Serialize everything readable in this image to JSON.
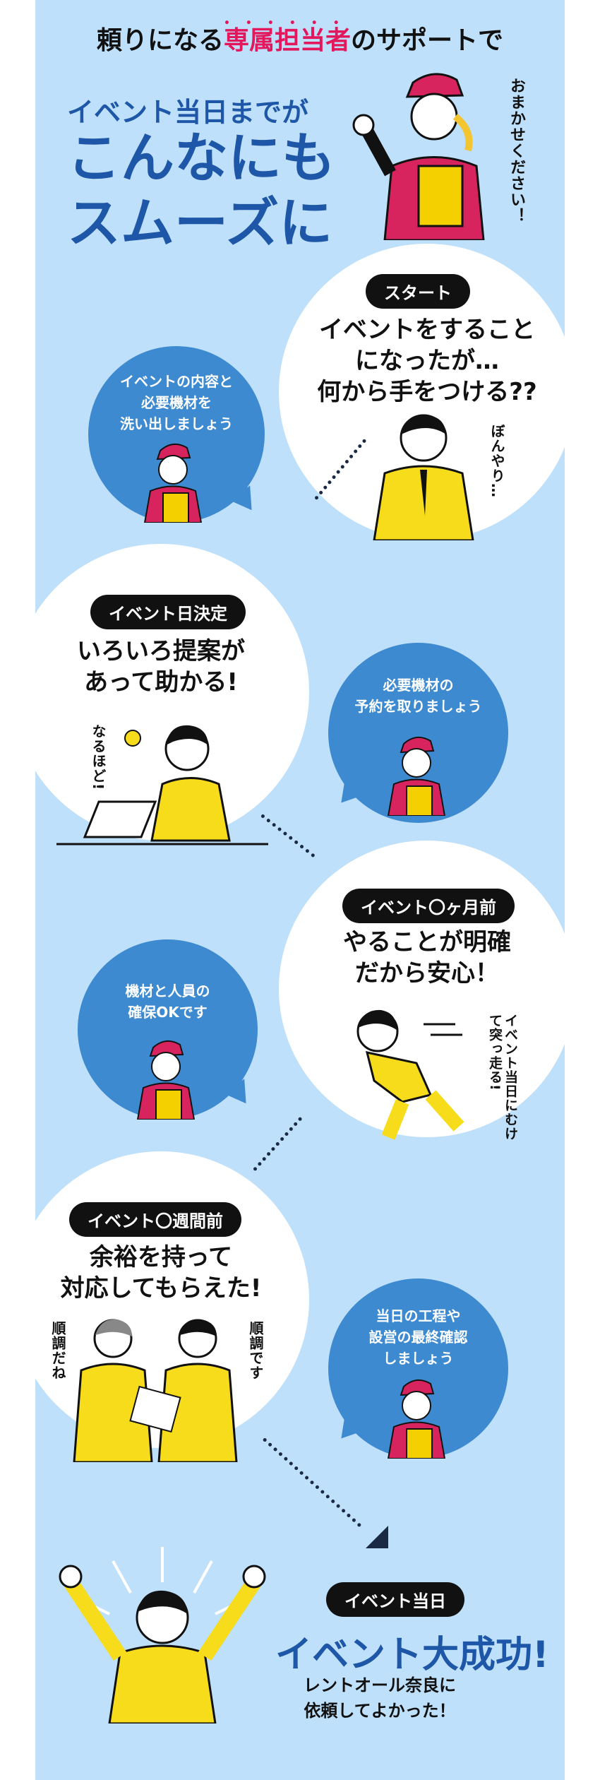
{
  "header": {
    "pre": "頼りになる",
    "accent": "専属担当者",
    "post": "のサポートで"
  },
  "hero": {
    "line1": "イベント当日までが",
    "line2": "こんなにも",
    "line3": "スムーズに",
    "staff_speech": "おまかせください！"
  },
  "steps": [
    {
      "tag": "スタート",
      "line1": "イベントをすること",
      "line2": "になったが…",
      "line3": "何から手をつける??",
      "side": "ぼんやり…"
    },
    {
      "tag": "イベント日決定",
      "line1": "いろいろ提案が",
      "line2": "あって助かる!",
      "side": "なるほど!"
    },
    {
      "tag": "イベント〇ヶ月前",
      "line1": "やることが明確",
      "line2": "だから安心！",
      "side": "イベント当日にむけて突っ走る!"
    },
    {
      "tag": "イベント〇週間前",
      "line1": "余裕を持って",
      "line2": "対応してもらえた!",
      "side_left": "順調だね",
      "side_right": "順調です"
    }
  ],
  "tips": [
    {
      "line1": "イベントの内容と",
      "line2": "必要機材を",
      "line3": "洗い出しましょう"
    },
    {
      "line1": "必要機材の",
      "line2": "予約を取りましょう"
    },
    {
      "line1": "機材と人員の",
      "line2": "確保OKです"
    },
    {
      "line1": "当日の工程や",
      "line2": "設営の最終確認",
      "line3": "しましょう"
    }
  ],
  "final": {
    "tag": "イベント当日",
    "title": "イベント大成功!",
    "line1": "レントオール奈良に",
    "line2": "依頼してよかった！"
  }
}
